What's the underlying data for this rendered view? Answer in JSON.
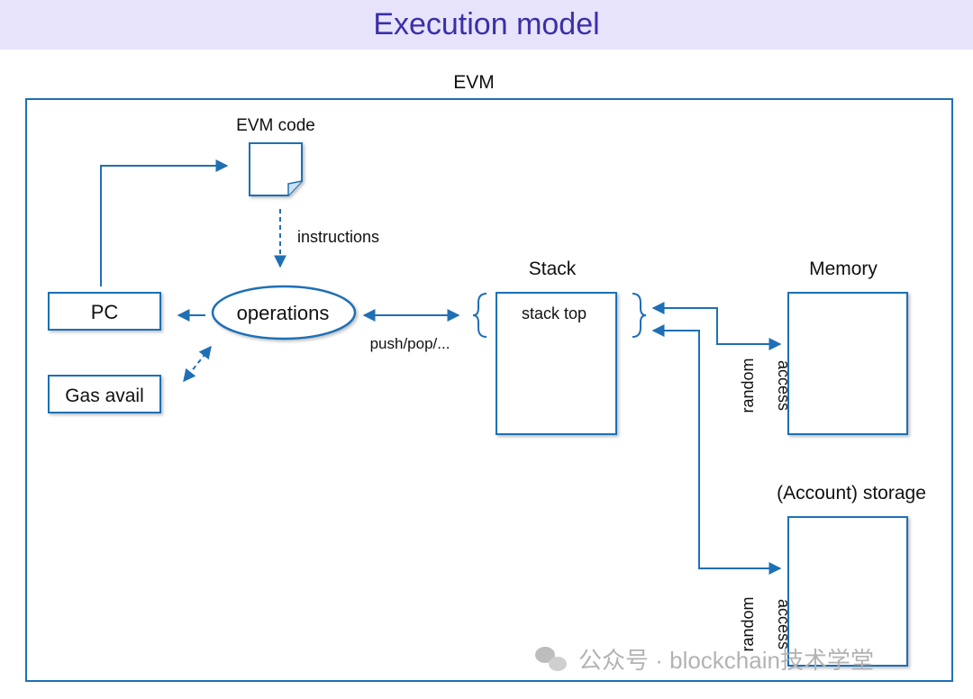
{
  "header": {
    "title": "Execution model"
  },
  "diagram": {
    "container_label": "EVM",
    "evm_code_label": "EVM code",
    "instructions_label": "instructions",
    "pc_label": "PC",
    "operations_label": "operations",
    "gas_label": "Gas avail",
    "push_pop_label": "push/pop/...",
    "stack_label": "Stack",
    "stack_top_label": "stack top",
    "memory_label": "Memory",
    "storage_label": "(Account) storage",
    "random_label": "random",
    "access_label": "access"
  },
  "watermark": {
    "text": "公众号 · blockchain技术学堂"
  },
  "colors": {
    "accent": "#1f6fb5",
    "header_bg": "#e6e3fb",
    "header_text": "#3b2fa8"
  }
}
